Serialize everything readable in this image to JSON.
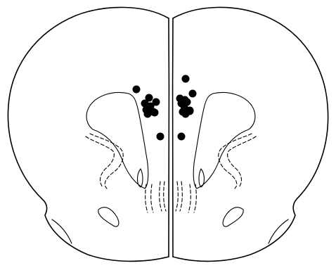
{
  "figure": {
    "type": "coronal brain section schematic with injection site markers",
    "hemispheres": [
      "left",
      "right"
    ],
    "background": "#ffffff",
    "line_color": "#000000",
    "marker_color": "#000000",
    "marker_count": 22,
    "text_labels": []
  }
}
